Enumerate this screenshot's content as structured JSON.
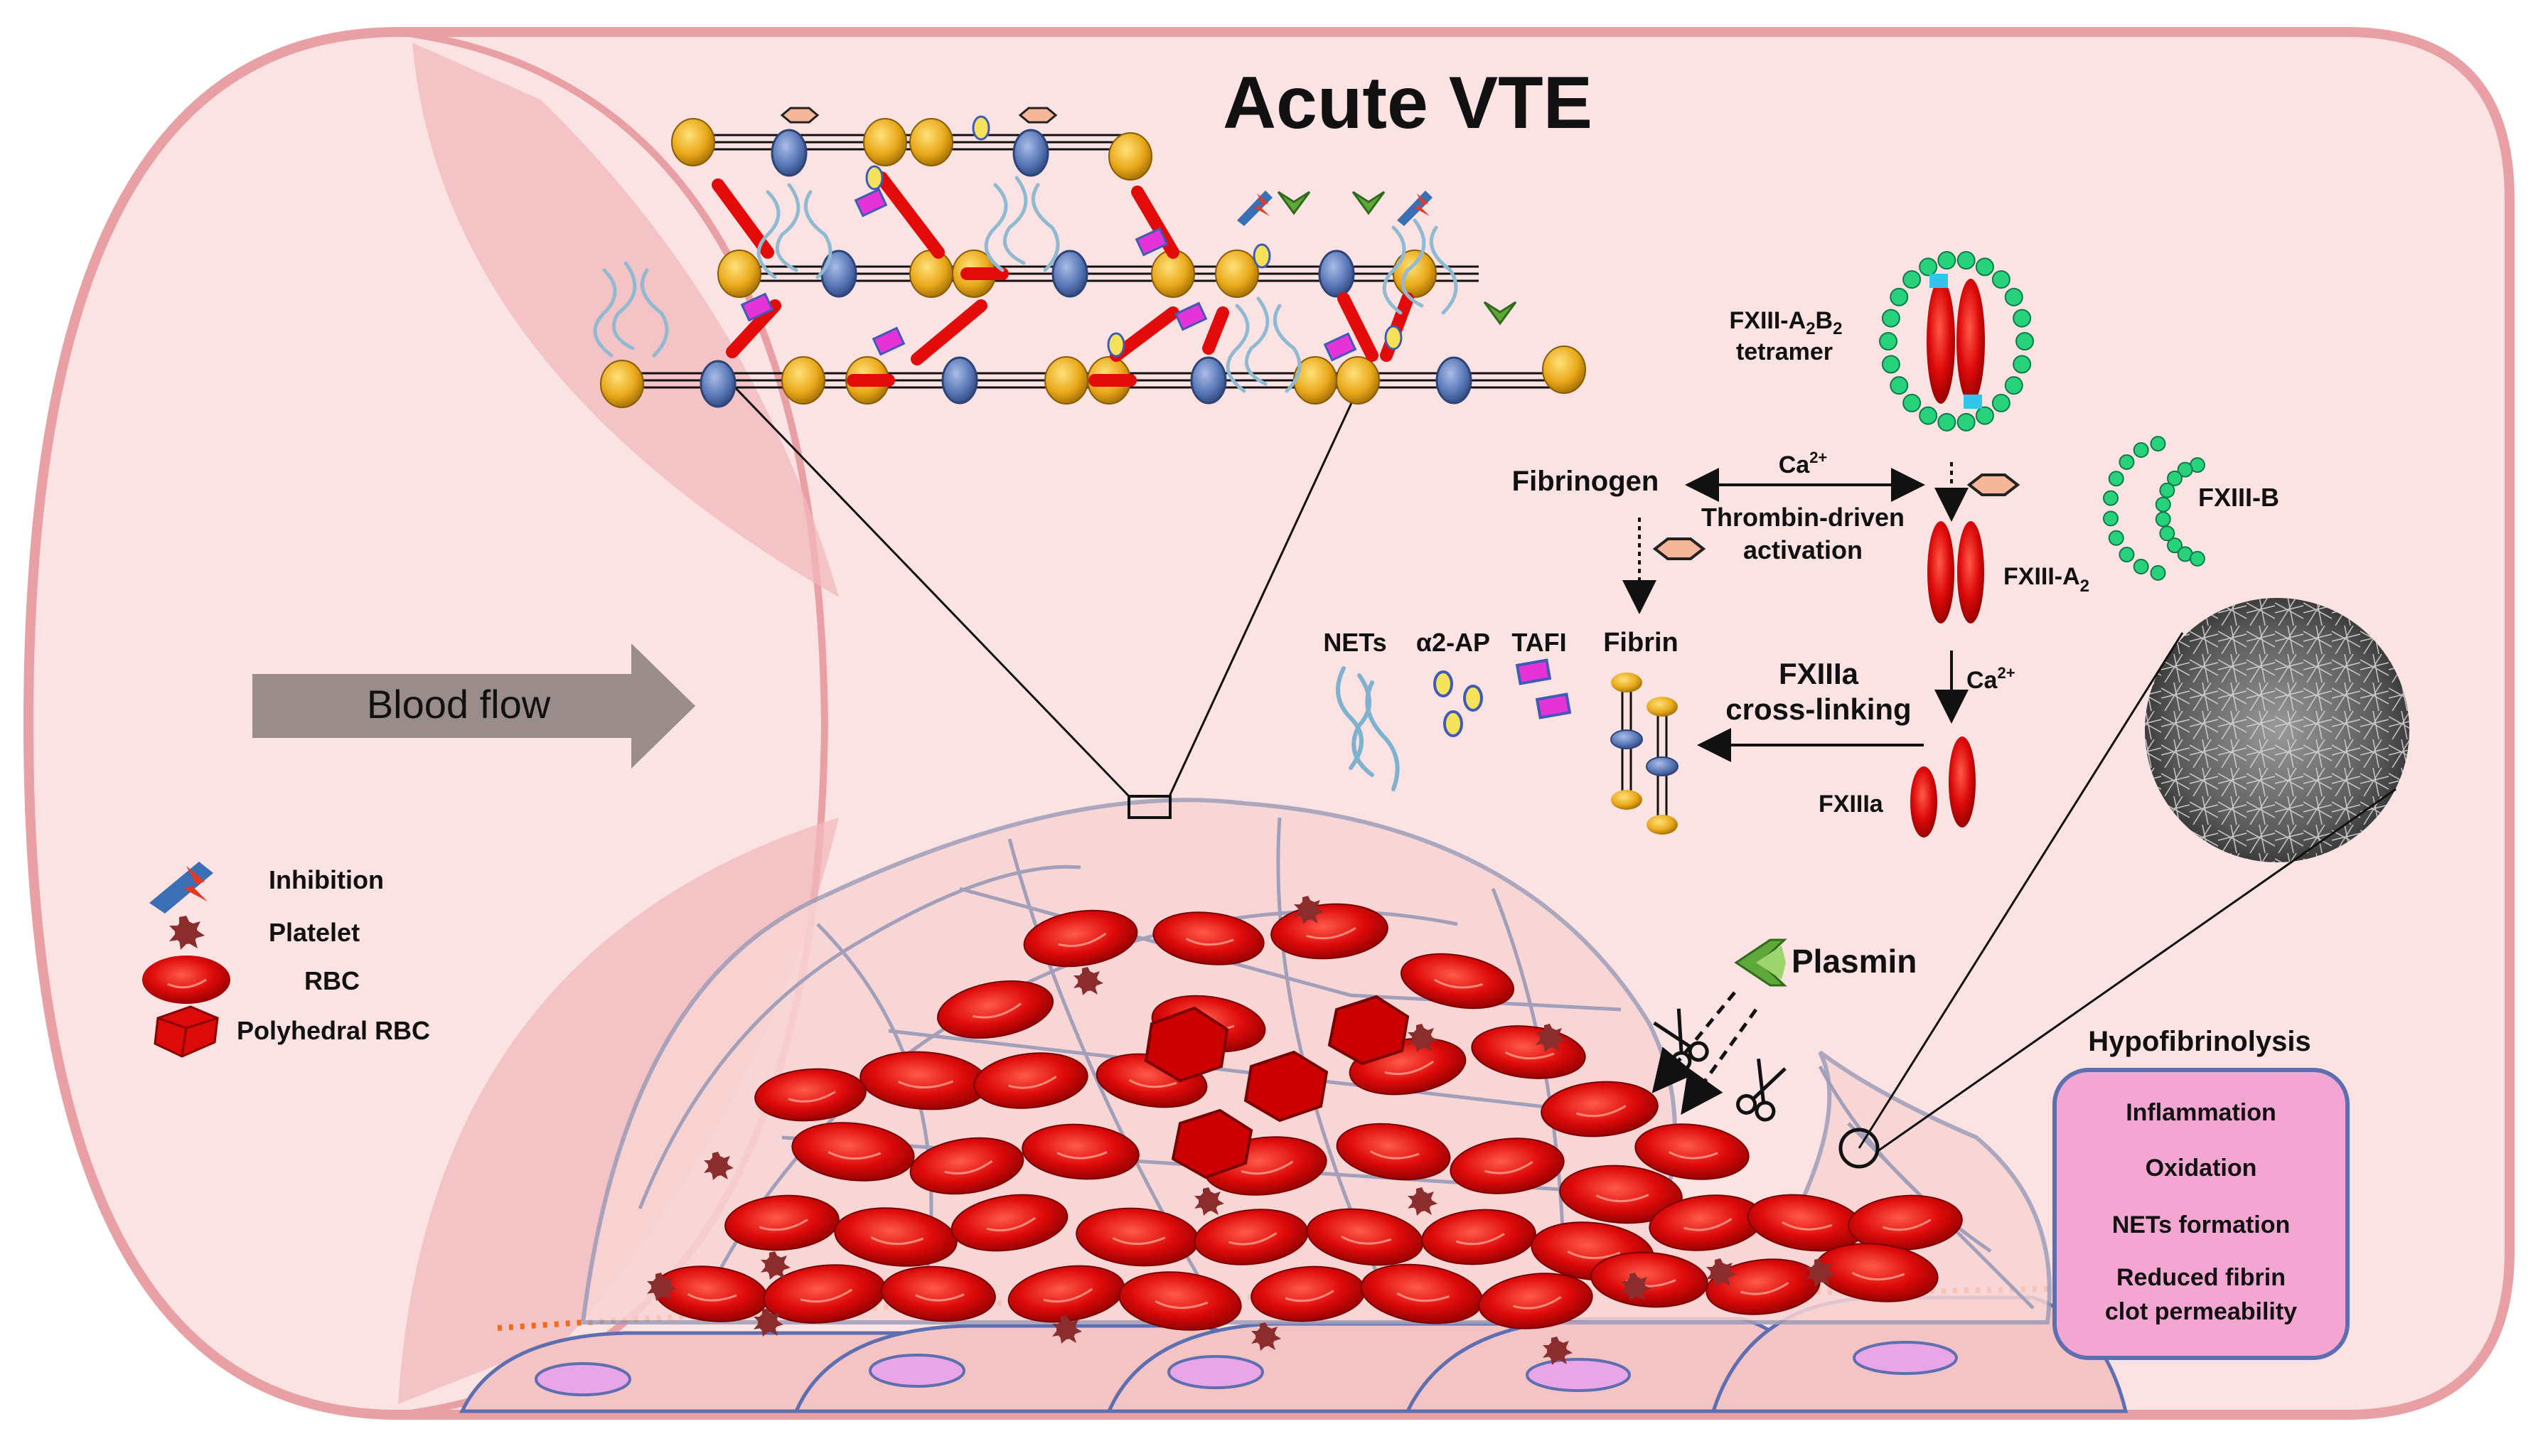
{
  "title": "Acute VTE",
  "blood_flow_label": "Blood flow",
  "legend": {
    "inhibition": "Inhibition",
    "platelet": "Platelet",
    "rbc": "RBC",
    "polyhedral_rbc": "Polyhedral RBC"
  },
  "pathway": {
    "tetramer_main": "FXIII-A",
    "tetramer_sub1": "2",
    "tetramer_mid": "B",
    "tetramer_sub2": "2",
    "tetramer_line2": "tetramer",
    "fxiii_b": "FXIII-B",
    "fxiii_a2_main": "FXIII-A",
    "fxiii_a2_sub": "2",
    "fxiiia": "FXIIIa",
    "ca_main": "Ca",
    "ca_sup": "2+",
    "fibrinogen": "Fibrinogen",
    "thrombin_line1": "Thrombin-driven",
    "thrombin_line2": "activation",
    "fibrin": "Fibrin",
    "crosslink_line1": "FXIIIa",
    "crosslink_line2": "cross-linking",
    "nets": "NETs",
    "a2ap": "α2-AP",
    "tafi": "TAFI"
  },
  "plasmin_label": "Plasmin",
  "hypofibrinolysis": {
    "title": "Hypofibrinolysis",
    "items": [
      "Inflammation",
      "Oxidation",
      "NETs formation",
      "Reduced fibrin",
      "clot permeability"
    ]
  },
  "colors": {
    "vessel_fill": "#fbe3e3",
    "vessel_edge": "#e9a0a4",
    "rbc": "#dd0a0a",
    "fibrin_node": "#e9a81a",
    "fibrinogen_d": "#5a78b8",
    "plasmin": "#5ea83a",
    "hypo_box": "#f4a6d2",
    "hypo_border": "#5d6fb0",
    "arrow_grey": "#9b8c8c"
  }
}
